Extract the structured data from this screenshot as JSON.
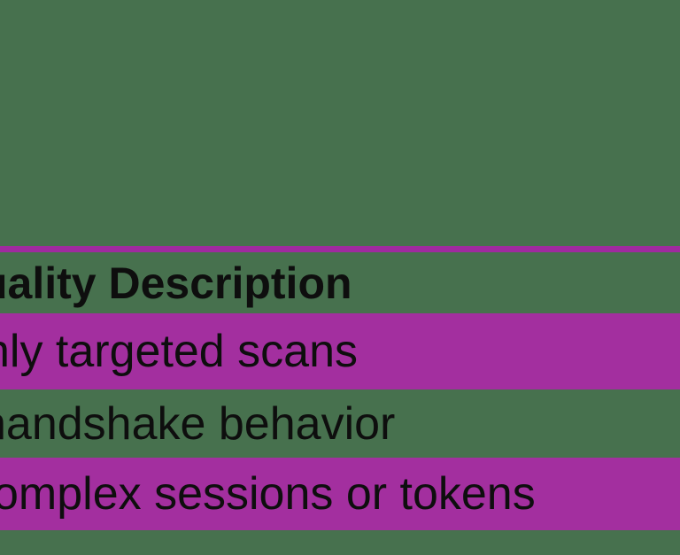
{
  "colors": {
    "background": "#47714E",
    "row_highlight": "#A32F9F",
    "top_border": "#A02A9F",
    "text": "#0E0E0E"
  },
  "table": {
    "header_visible": "uality Description",
    "rows": [
      {
        "text": "nly targeted scans",
        "highlighted": true
      },
      {
        "text": "handshake behavior",
        "highlighted": false
      },
      {
        "text": "omplex sessions or tokens",
        "highlighted": true
      }
    ]
  }
}
